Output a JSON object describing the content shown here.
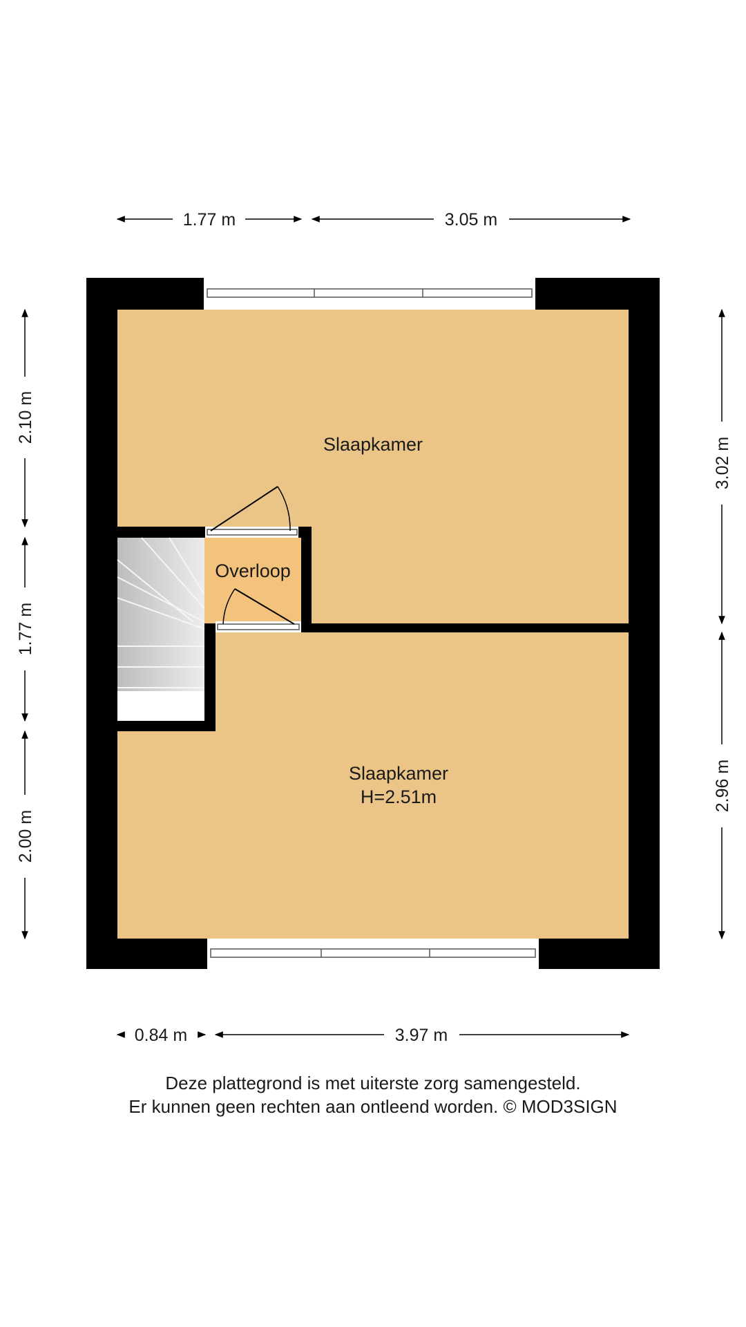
{
  "rooms": {
    "slaapkamer_top": {
      "name": "Slaapkamer"
    },
    "slaapkamer_bottom": {
      "name": "Slaapkamer",
      "height": "H=2.51m"
    },
    "overloop": {
      "name": "Overloop"
    }
  },
  "dimensions": {
    "top_left": "1.77 m",
    "top_right": "3.05 m",
    "bottom_left": "0.84 m",
    "bottom_right": "3.97 m",
    "left_top": "2.10 m",
    "left_middle": "1.77 m",
    "left_bottom": "2.00 m",
    "right_top": "3.02 m",
    "right_bottom": "2.96 m"
  },
  "footer": {
    "line1": "Deze plattegrond is met uiterste zorg samengesteld.",
    "line2": "Er kunnen geen rechten aan ontleend worden. © MOD3SIGN"
  },
  "colors": {
    "room_fill": "#ebc488",
    "overloop_fill": "#f3c27c",
    "wall": "#000000",
    "stairs": "#d9d9d9"
  }
}
